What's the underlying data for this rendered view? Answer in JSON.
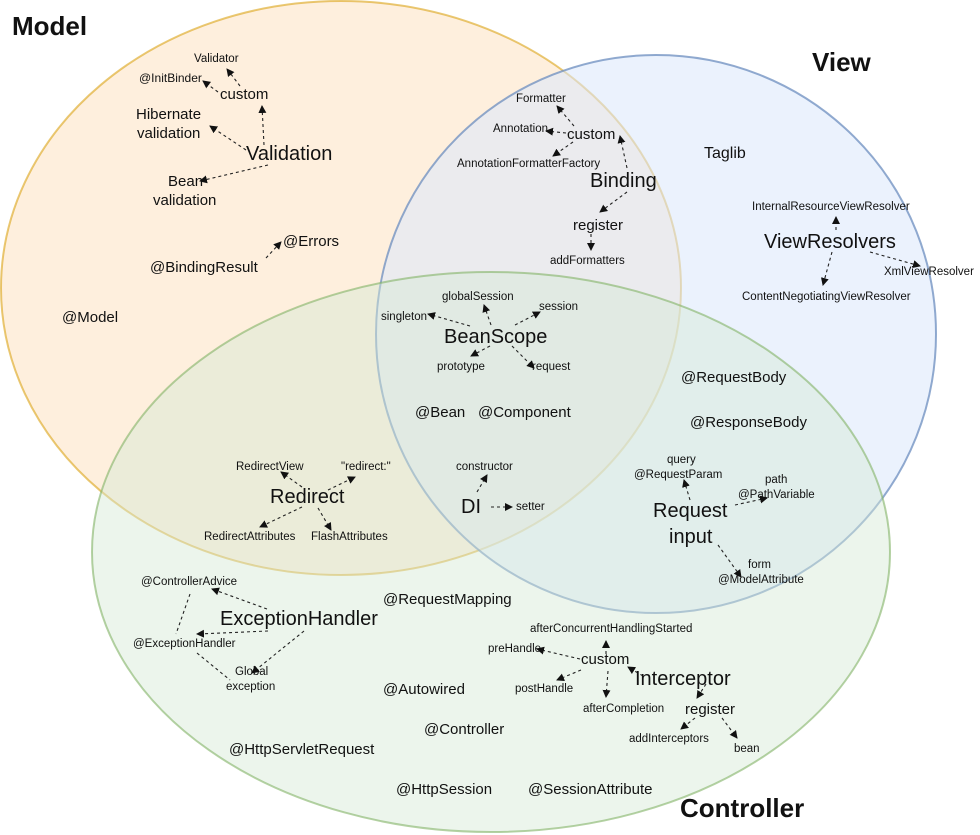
{
  "sets": {
    "model": {
      "label": "Model",
      "fill": "#fde8cf",
      "stroke": "#d79b00"
    },
    "view": {
      "label": "View",
      "fill": "#dae8fc",
      "stroke": "#6c8ebf"
    },
    "controller": {
      "label": "Controller",
      "fill": "#d5e8d4",
      "stroke": "#82b366"
    }
  },
  "nodes": {
    "validator": "Validator",
    "initbinder": "@InitBinder",
    "val_custom": "custom",
    "hibernate_1": "Hibernate",
    "hibernate_2": "validation",
    "validation": "Validation",
    "bean_1": "Bean",
    "bean_2": "validation",
    "errors": "@Errors",
    "bindingresult": "@BindingResult",
    "model_ann": "@Model",
    "formatter": "Formatter",
    "annotation": "Annotation",
    "bind_custom": "custom",
    "aff": "AnnotationFormatterFactory",
    "binding": "Binding",
    "bind_register": "register",
    "addformatters": "addFormatters",
    "taglib": "Taglib",
    "irvr": "InternalResourceViewResolver",
    "viewresolvers": "ViewResolvers",
    "xmlvr": "XmlViewResolver",
    "cnvr": "ContentNegotiatingViewResolver",
    "globalsession": "globalSession",
    "session": "session",
    "singleton": "singleton",
    "beanscope": "BeanScope",
    "prototype": "prototype",
    "request": "request",
    "bean_ann": "@Bean",
    "component": "@Component",
    "requestbody": "@RequestBody",
    "responsebody": "@ResponseBody",
    "redirectview": "RedirectView",
    "redirect_str": "\"redirect:\"",
    "redirect": "Redirect",
    "redirectattributes": "RedirectAttributes",
    "flashattributes": "FlashAttributes",
    "constructor": "constructor",
    "di": "DI",
    "setter": "setter",
    "query_1": "query",
    "query_2": "@RequestParam",
    "path_1": "path",
    "path_2": "@PathVariable",
    "reqinput_1": "Request",
    "reqinput_2": "input",
    "form_1": "form",
    "form_2": "@ModelAttribute",
    "controlleradvice": "@ControllerAdvice",
    "exceptionhandler": "ExceptionHandler",
    "exceptionhandler_ann": "@ExceptionHandler",
    "global_1": "Global",
    "global_2": "exception",
    "requestmapping": "@RequestMapping",
    "acs": "afterConcurrentHandlingStarted",
    "prehandle": "preHandle",
    "int_custom": "custom",
    "posthandle": "postHandle",
    "interceptor": "Interceptor",
    "aftercompletion": "afterCompletion",
    "int_register": "register",
    "addinterceptors": "addInterceptors",
    "int_bean": "bean",
    "autowired": "@Autowired",
    "controller_ann": "@Controller",
    "httpservletrequest": "@HttpServletRequest",
    "httpsession": "@HttpSession",
    "sessionattribute": "@SessionAttribute"
  }
}
